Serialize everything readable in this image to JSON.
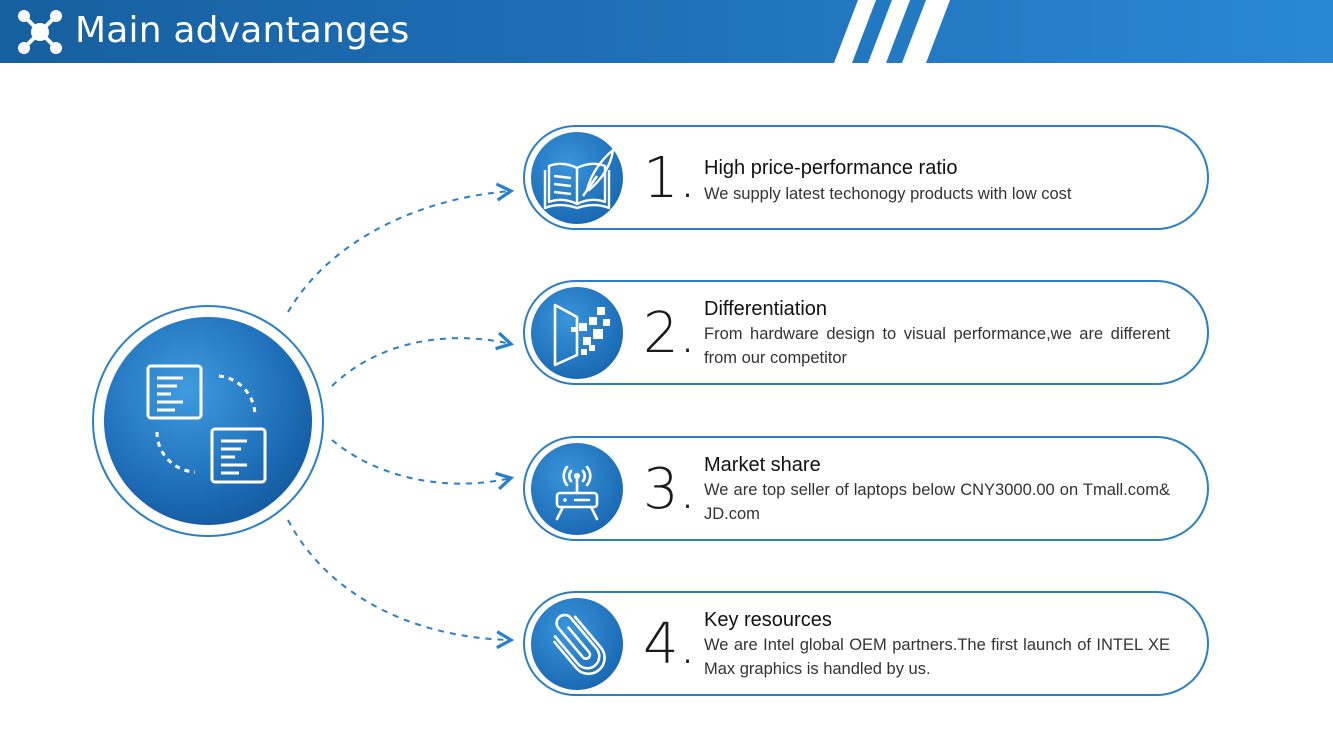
{
  "header": {
    "title": "Main advantanges",
    "logo_icon": "network-nodes-icon",
    "colors": {
      "dark_blue": "#17609f",
      "light_blue": "#2a88d3"
    }
  },
  "hub": {
    "icon": "documents-exchange-icon"
  },
  "cards": [
    {
      "number": "1.",
      "title": "High price-performance ratio",
      "description": "We supply latest techonogy products with low cost",
      "icon": "book-quill-icon"
    },
    {
      "number": "2.",
      "title": "Differentiation",
      "description": "From hardware design to visual performance,we are different from our competitor",
      "icon": "pixel-shape-icon"
    },
    {
      "number": "3.",
      "title": "Market share",
      "description": "We are top seller of laptops below CNY3000.00 on Tmall.com& JD.com",
      "icon": "router-signal-icon"
    },
    {
      "number": "4.",
      "title": "Key resources",
      "description": "We are Intel global OEM partners.The first launch of INTEL XE Max graphics is handled by us.",
      "icon": "paperclip-icon"
    }
  ]
}
